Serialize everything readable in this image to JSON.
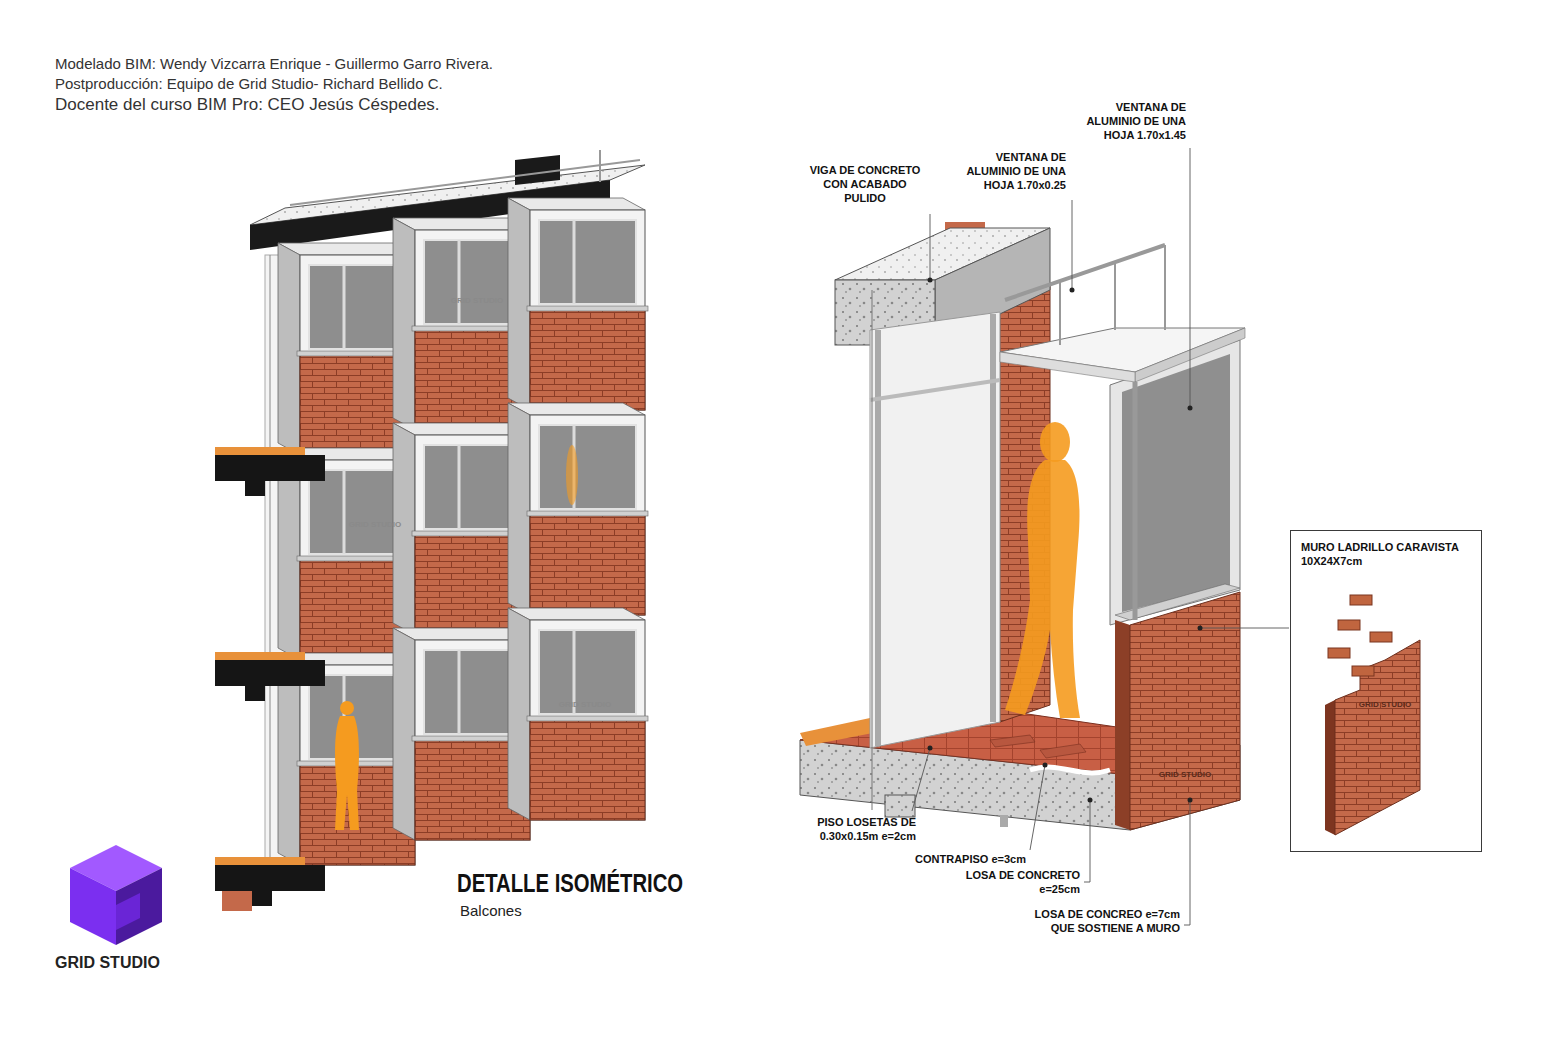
{
  "diagram": {
    "title": "DETALLE ISOMÉTRICO",
    "caption": "Balcones",
    "nodes": [
      {
        "text": [
          "MURO LADRILLO CARAVISTA 10X24X7cm"
        ]
      }
    ],
    "labels": [
      "Modelado BIM: Wendy Vizcarra Enrique - Guillermo Garro Rivera.",
      "Postproducción: Equipo de Grid Studio- Richard Bellido C.",
      "Docente del curso BIM Pro: CEO Jesús Céspedes.",
      "VIGA DE CONCRETO CON ACABADO PULIDO",
      "VENTANA DE ALUMINIO DE UNA HOJA 1.70x0.25",
      "VENTANA DE ALUMINIO DE UNA HOJA 1.70x1.45",
      "PISO LOSETAS DE 0.30x0.15m e=2cm",
      "CONTRAPISO e=3cm",
      "LOSA DE CONCRETO e=25cm",
      "LOSA DE CONCREO e=7cm QUE SOSTIENE A MURO",
      "GRID STUDIO",
      "GRID STUDIO",
      "GRID STUDIO",
      "GRID STUDIO",
      "GRID STUDIO",
      "GRID STUDIO"
    ]
  }
}
